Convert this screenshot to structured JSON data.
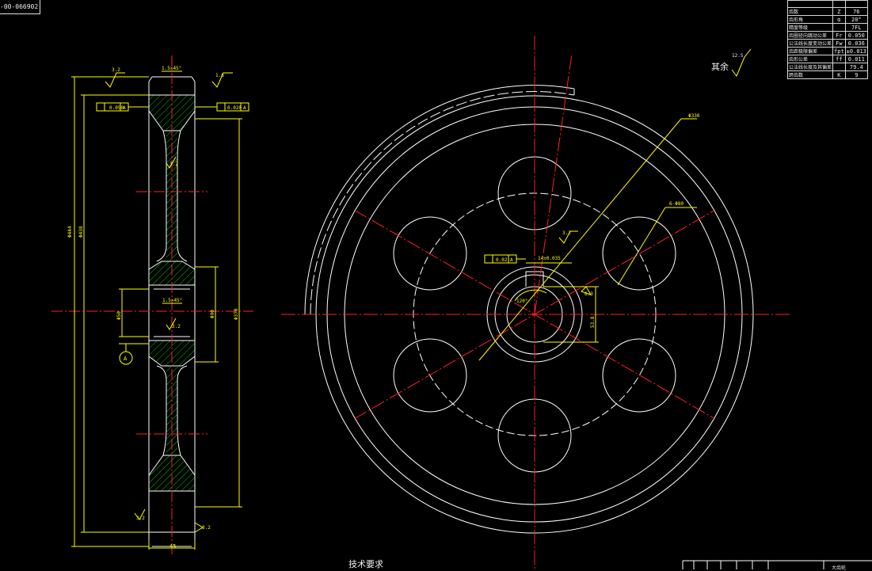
{
  "drawing_tag": "-00-066902",
  "param_table": {
    "rows": [
      {
        "name": "",
        "symbol": "",
        "value": ""
      },
      {
        "name": "齿数",
        "symbol": "Z",
        "value": "76"
      },
      {
        "name": "齿形角",
        "symbol": "α",
        "value": "20°"
      },
      {
        "name": "精度等级",
        "symbol": "",
        "value": "7FL"
      },
      {
        "name": "齿圈径向跳动公差",
        "symbol": "Fr",
        "value": "0.050"
      },
      {
        "name": "公法线长度变动公差",
        "symbol": "Fw",
        "value": "0.036"
      },
      {
        "name": "齿距极限偏差",
        "symbol": "fpt",
        "value": "±0.013"
      },
      {
        "name": "齿形公差",
        "symbol": "ff",
        "value": "0.011"
      },
      {
        "name": "公法线长度及其偏差",
        "symbol": "",
        "value": "79.4"
      },
      {
        "name": "跨齿数",
        "symbol": "K",
        "value": "9"
      }
    ]
  },
  "rest_label": "其余",
  "rest_roughness": "12.5",
  "tech_requirements_title": "技术要求",
  "section_view": {
    "chamfer_top": "1.5×45°",
    "chamfer_hub": "1.5×45°",
    "roughness_top_left": "3.2",
    "roughness_top_right": "1.6",
    "roughness_web": "3.2",
    "roughness_hub": "3.2",
    "roughness_bottom_left": "3.2",
    "roughness_bottom_right": "3.2",
    "tol_frame_left_value": "0.050",
    "tol_frame_left_ref": "A",
    "tol_frame_right_value": "0.020",
    "tol_frame_right_ref": "A",
    "dim_outer_dia": "Φ444",
    "dim_root_dia": "Φ438",
    "dim_hub_dia": "Φ90",
    "dim_web_dia": "Φ370",
    "dim_bore": "Φ50",
    "dim_width": "45",
    "datum_label": "A"
  },
  "front_view": {
    "dim_bolt_circle": "Φ330",
    "dim_holes": "6-Φ80",
    "dim_key_width": "14±0.035",
    "dim_key_depth": "53.8",
    "dim_key_angle": "120°",
    "roughness_key": "3.2",
    "roughness_keyside": "6.3",
    "tol_frame_value": "0.02",
    "tol_frame_ref": "A"
  },
  "title_block_text": "大齿轮",
  "colors": {
    "background": "#000000",
    "outline": "#ffffff",
    "centerline": "#ff2020",
    "dimension": "#ffff00",
    "hatch": "#00c800"
  }
}
